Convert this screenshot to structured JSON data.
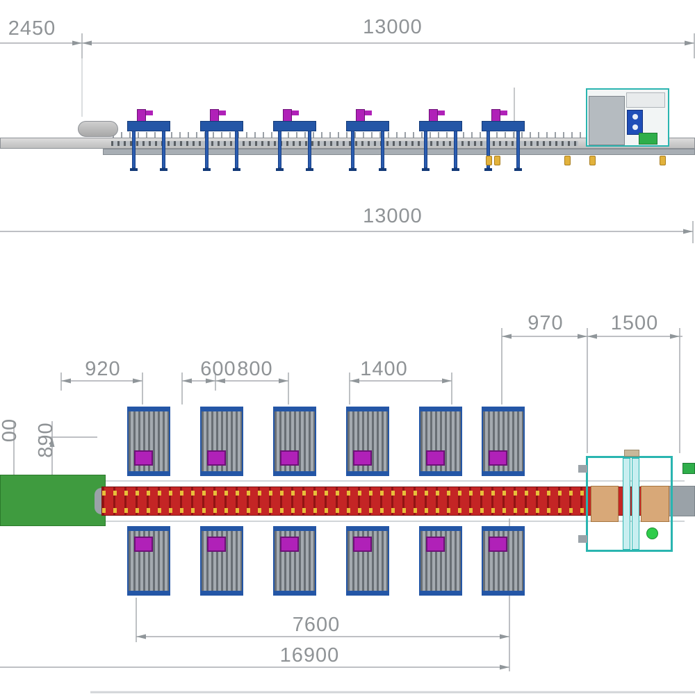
{
  "dims": {
    "elev_offset": "2450",
    "elev_total": "13000",
    "overall": "13000",
    "p970": "970",
    "p1500": "1500",
    "p920": "920",
    "p600": "600",
    "p800": "800",
    "p1400": "1400",
    "width_partial": "00",
    "p890": "890",
    "p7600": "7600",
    "p16900": "16900"
  },
  "colors": {
    "dimension_gray": "#8f9396",
    "station_blue": "#2456a6",
    "clamp_magenta": "#b021b8",
    "machine_teal": "#2ab5b0",
    "belt_green": "#3f9b3f",
    "chain_red": "#c42525",
    "foot_yellow": "#e2b23c"
  }
}
